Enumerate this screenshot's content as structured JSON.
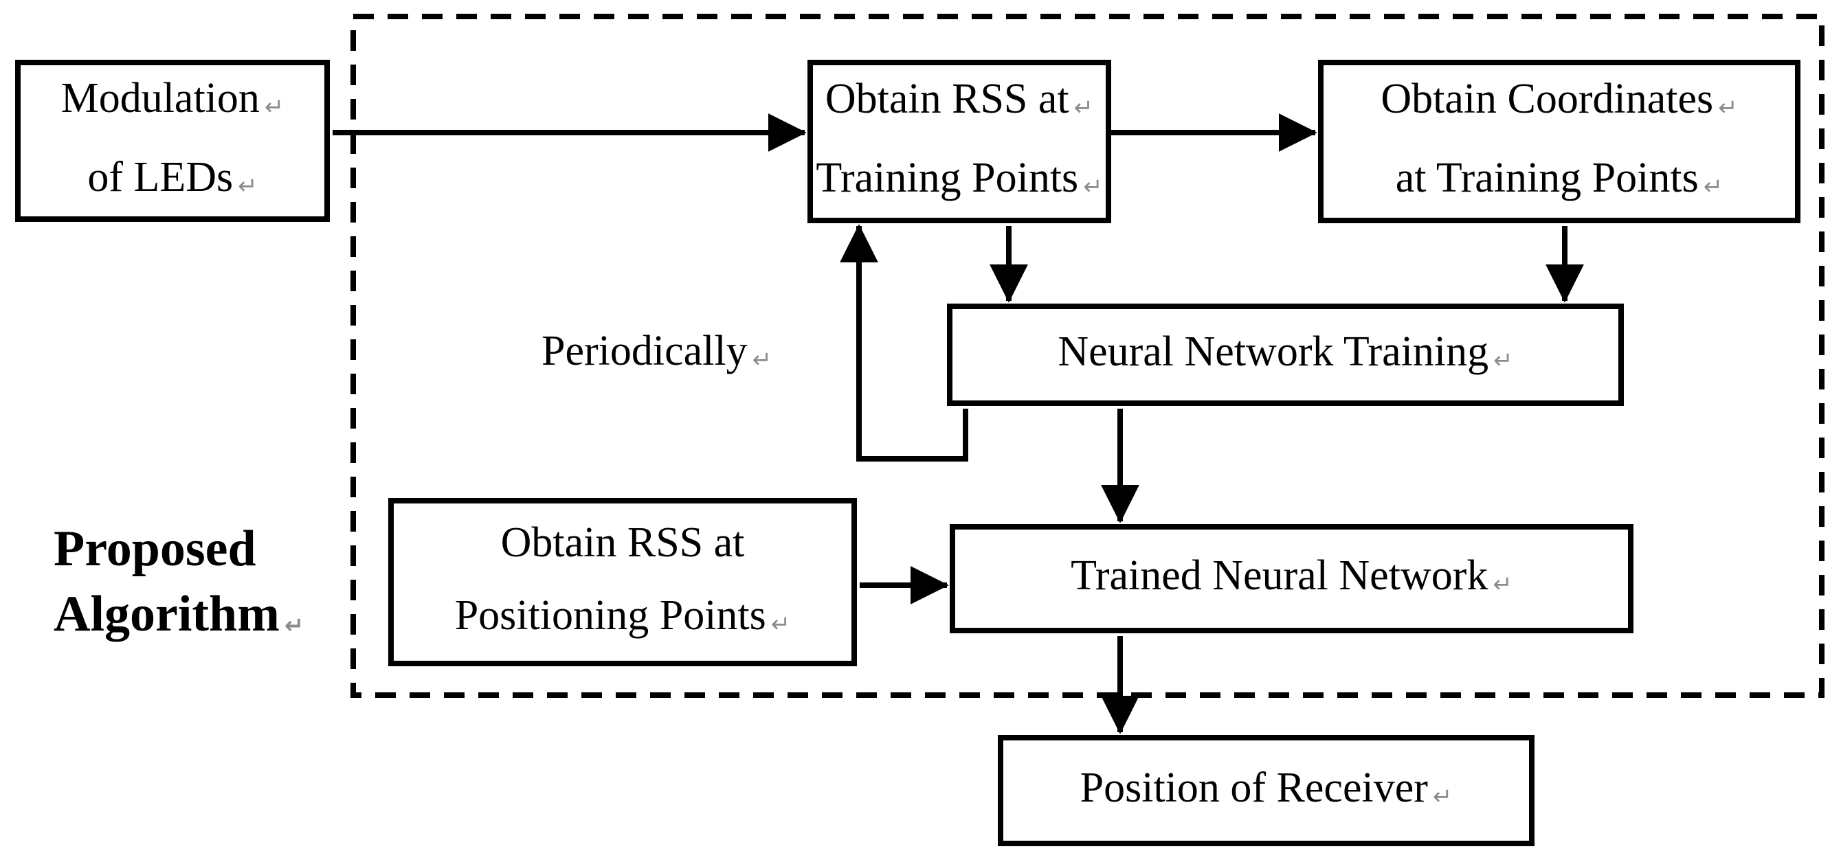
{
  "diagram": {
    "side_label": {
      "line1": "Proposed",
      "line2": "Algorithm"
    },
    "loop_label": "Periodically",
    "return_mark": "↵",
    "boxes": {
      "modulation": {
        "line1": "Modulation",
        "line2": "of LEDs"
      },
      "rss_training": {
        "line1": "Obtain RSS at",
        "line2": "Training Points"
      },
      "coordinates_training": {
        "line1": "Obtain Coordinates",
        "line2": "at Training Points"
      },
      "nn_training": {
        "line1": "Neural Network Training"
      },
      "rss_positioning": {
        "line1": "Obtain RSS at",
        "line2": "Positioning Points"
      },
      "trained_nn": {
        "line1": "Trained Neural Network"
      },
      "position_receiver": {
        "line1": "Position of Receiver"
      }
    },
    "colors": {
      "ink": "#000000",
      "paper": "#ffffff",
      "return_mark": "#8c8c8c"
    }
  }
}
